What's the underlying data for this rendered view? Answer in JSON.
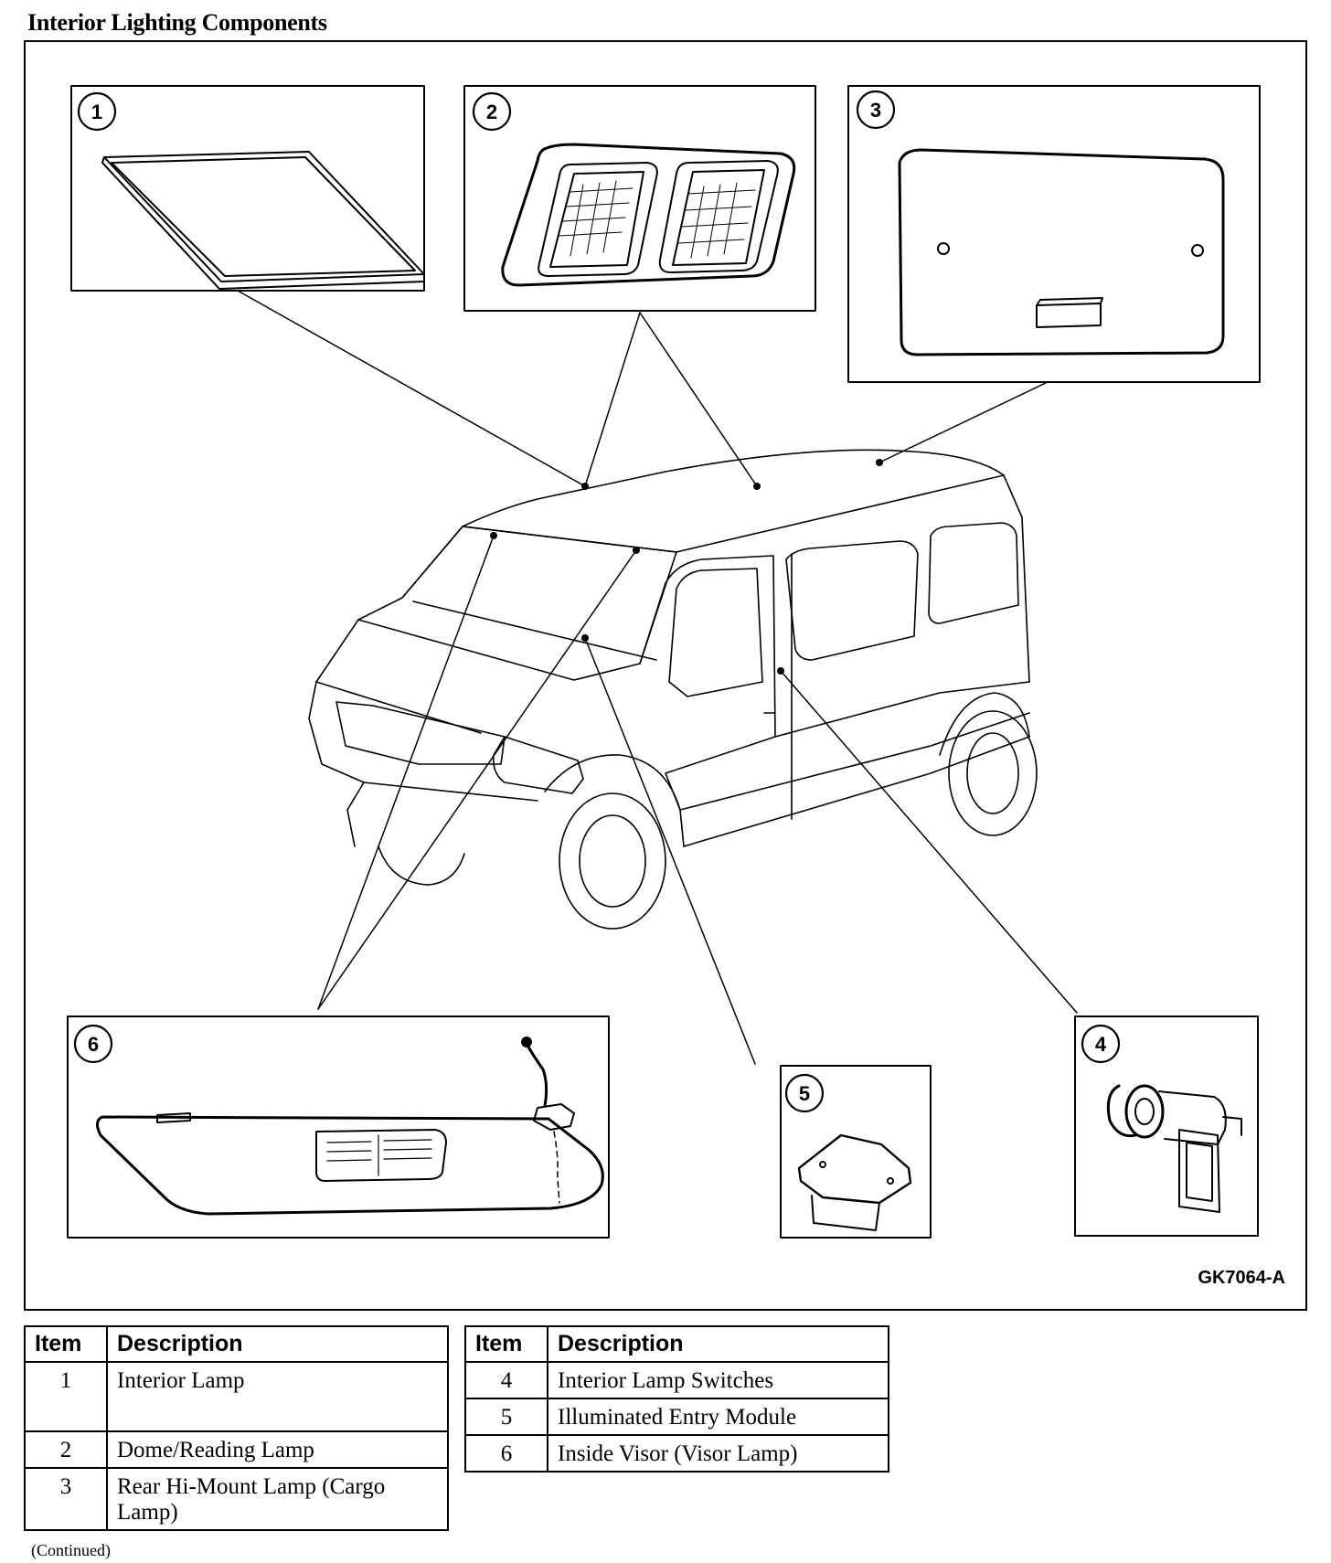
{
  "title": "Interior Lighting Components",
  "figure_id": "GK7064-A",
  "callouts": [
    "1",
    "2",
    "3",
    "4",
    "5",
    "6"
  ],
  "tables": {
    "headers": {
      "item": "Item",
      "description": "Description"
    },
    "left": [
      {
        "item": "1",
        "description": "Interior Lamp"
      },
      {
        "item": "2",
        "description": "Dome/Reading Lamp"
      },
      {
        "item": "3",
        "description": "Rear Hi-Mount Lamp (Cargo Lamp)"
      }
    ],
    "right": [
      {
        "item": "4",
        "description": "Interior Lamp Switches"
      },
      {
        "item": "5",
        "description": "Illuminated Entry Module"
      },
      {
        "item": "6",
        "description": "Inside Visor (Visor Lamp)"
      }
    ]
  },
  "footer_note": "(Continued)"
}
